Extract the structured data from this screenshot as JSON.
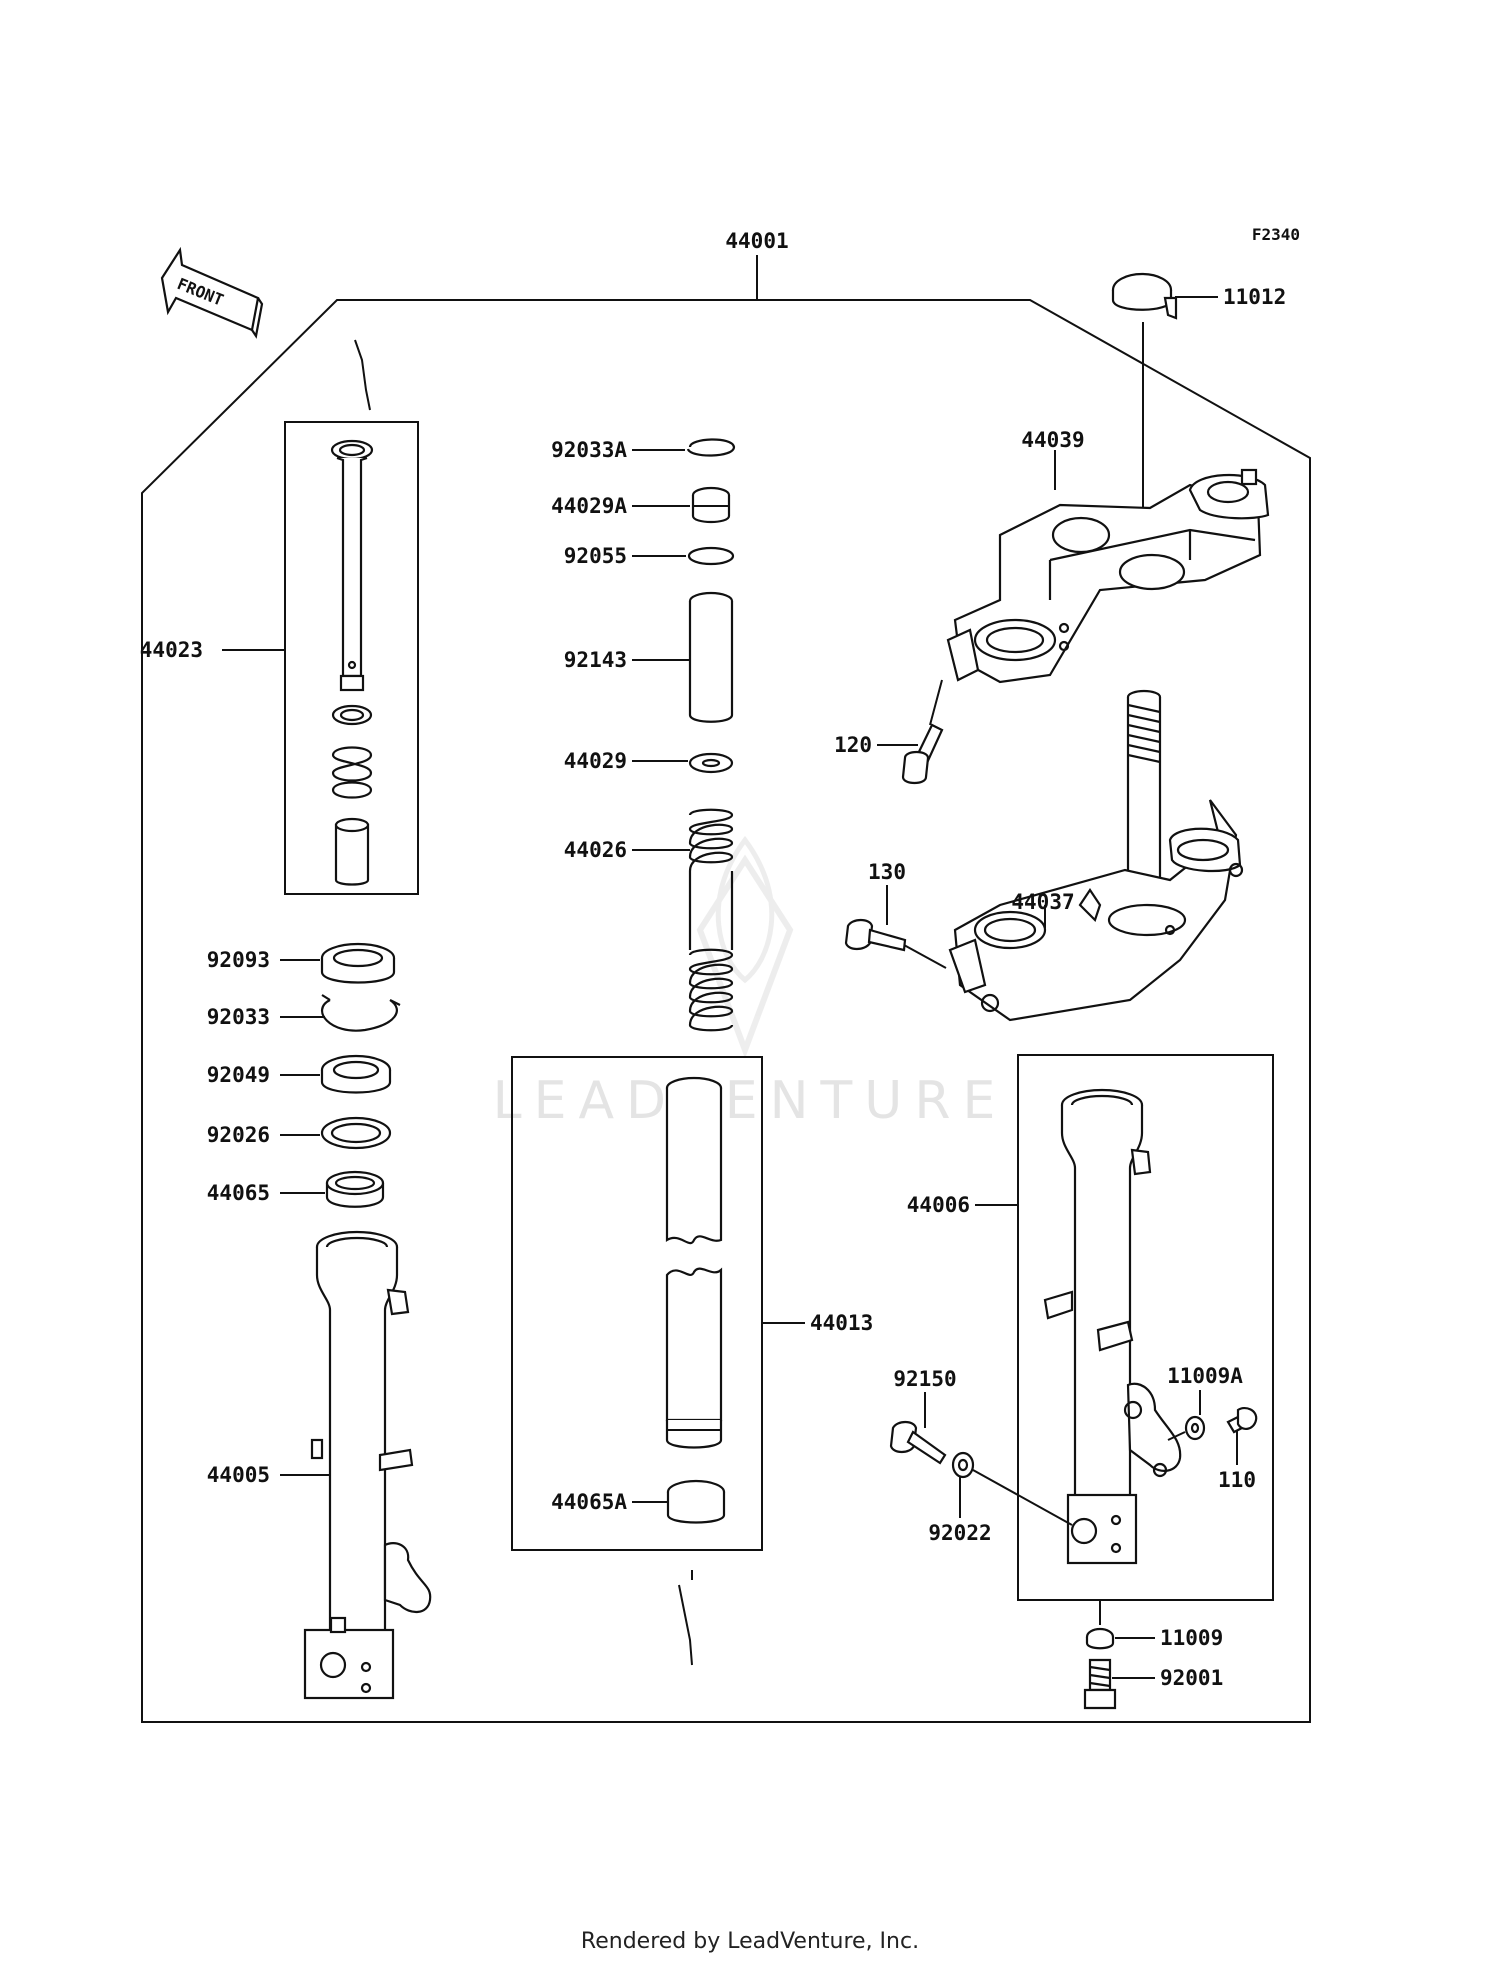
{
  "figure_code": "F2340",
  "front_arrow_label": "FRONT",
  "watermark": "LEADVENTURE",
  "footer": "Rendered by LeadVenture, Inc.",
  "callouts": {
    "44001": "44001",
    "11012": "11012",
    "44039": "44039",
    "120": "120",
    "130": "130",
    "44037": "44037",
    "44023": "44023",
    "92033A": "92033A",
    "44029A": "44029A",
    "92055": "92055",
    "92143": "92143",
    "44029": "44029",
    "44026": "44026",
    "92093": "92093",
    "92033": "92033",
    "92049": "92049",
    "92026": "92026",
    "44065": "44065",
    "44005": "44005",
    "44013": "44013",
    "44065A": "44065A",
    "44006": "44006",
    "92150": "92150",
    "92022": "92022",
    "11009A": "11009A",
    "110": "110",
    "11009": "11009",
    "92001": "92001"
  }
}
